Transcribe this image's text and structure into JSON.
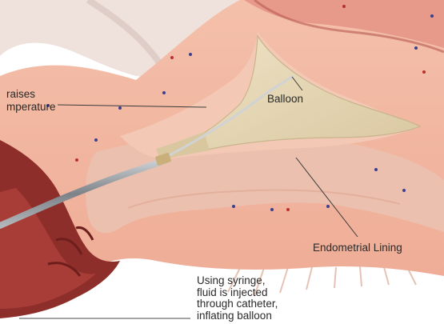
{
  "labels": {
    "heat_line1": "raises",
    "heat_line2": "mperature",
    "balloon": "Balloon",
    "endometrial": "Endometrial Lining",
    "syringe_note": [
      "Using syringe,",
      "fluid is injected",
      "through catheter,",
      "inflating balloon"
    ]
  },
  "colors": {
    "uterine_wall": "#f2b6a0",
    "inner_tissue": "#ecc4b4",
    "cavity_dark": "#8e2e2a",
    "balloon": "#e7d8b8",
    "catheter": "#9aa0a6",
    "background": "#ffffff"
  }
}
